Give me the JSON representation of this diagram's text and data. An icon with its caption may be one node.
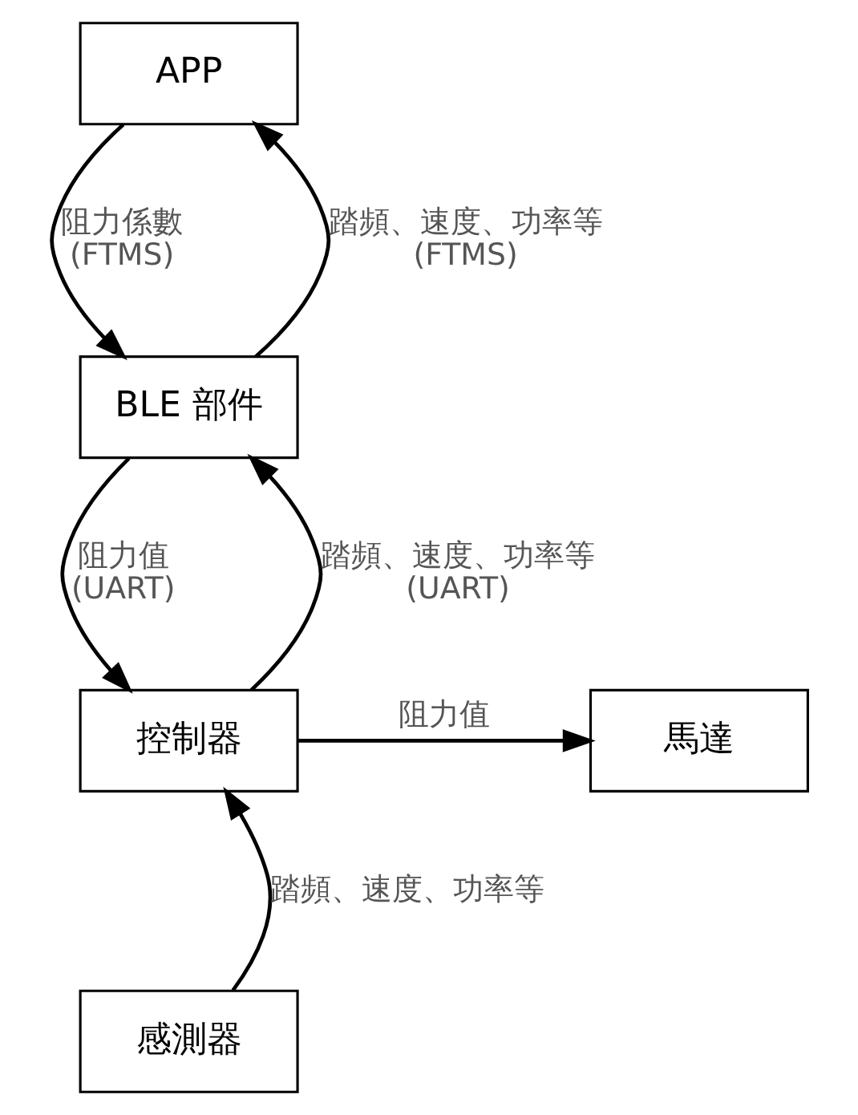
{
  "diagram": {
    "nodes": [
      {
        "text": [
          "APP"
        ]
      },
      {
        "text": [
          "BLE 部件"
        ]
      },
      {
        "text": [
          "控制器"
        ]
      },
      {
        "text": [
          "馬達"
        ]
      },
      {
        "text": [
          "感測器"
        ]
      }
    ],
    "edges": [
      {
        "from": 0,
        "to": 1,
        "arrow": "to",
        "label": "阻力係數 (FTMS)"
      },
      {
        "from": 1,
        "to": 0,
        "arrow": "to",
        "label": "踏頻、速度、功率等 (FTMS)"
      },
      {
        "from": 1,
        "to": 2,
        "arrow": "to",
        "label": "阻力值 (UART)"
      },
      {
        "from": 2,
        "to": 1,
        "arrow": "to",
        "label": "踏頻、速度、功率等 (UART)"
      },
      {
        "from": 2,
        "to": 3,
        "arrow": "to",
        "label": "阻力值"
      },
      {
        "from": 4,
        "to": 2,
        "arrow": "to",
        "label": "踏頻、速度、功率等"
      }
    ]
  }
}
